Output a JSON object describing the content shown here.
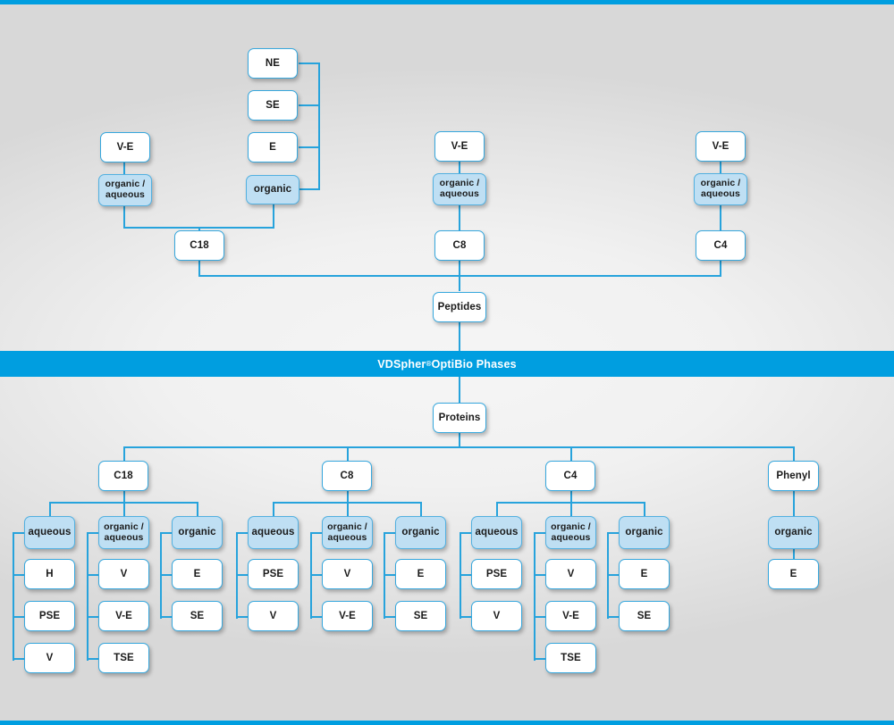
{
  "banner": {
    "text_before": "VDSpher",
    "registered_mark": "®",
    "text_after": " OptiBio Phases"
  },
  "colors": {
    "accent_blue": "#009ee0",
    "line_blue": "#27a3dc",
    "tinted_fill": "#bfdff3",
    "box_border": "#36a7dd",
    "background": "#e6e6e6"
  },
  "peptides_section": {
    "root_label": "Peptides",
    "columns": [
      {
        "sorbent": "C18",
        "modes": [
          {
            "label": "organic /\naqueous",
            "tinted": true,
            "parents": [
              "V-E"
            ]
          },
          {
            "label": "organic",
            "tinted": true,
            "parents": [
              "NE",
              "SE",
              "E"
            ]
          }
        ]
      },
      {
        "sorbent": "C8",
        "modes": [
          {
            "label": "organic /\naqueous",
            "tinted": true,
            "parents": [
              "V-E"
            ]
          }
        ]
      },
      {
        "sorbent": "C4",
        "modes": [
          {
            "label": "organic /\naqueous",
            "tinted": true,
            "parents": [
              "V-E"
            ]
          }
        ]
      }
    ]
  },
  "proteins_section": {
    "root_label": "Proteins",
    "columns": [
      {
        "sorbent": "C18",
        "modes": [
          {
            "label": "aqueous",
            "children": [
              "H",
              "PSE",
              "V"
            ]
          },
          {
            "label": "organic /\naqueous",
            "children": [
              "V",
              "V-E",
              "TSE"
            ]
          },
          {
            "label": "organic",
            "children": [
              "E",
              "SE"
            ]
          }
        ]
      },
      {
        "sorbent": "C8",
        "modes": [
          {
            "label": "aqueous",
            "children": [
              "PSE",
              "V"
            ]
          },
          {
            "label": "organic /\naqueous",
            "children": [
              "V",
              "V-E"
            ]
          },
          {
            "label": "organic",
            "children": [
              "E",
              "SE"
            ]
          }
        ]
      },
      {
        "sorbent": "C4",
        "modes": [
          {
            "label": "aqueous",
            "children": [
              "PSE",
              "V"
            ]
          },
          {
            "label": "organic /\naqueous",
            "children": [
              "V",
              "V-E",
              "TSE"
            ]
          },
          {
            "label": "organic",
            "children": [
              "E",
              "SE"
            ]
          }
        ]
      },
      {
        "sorbent": "Phenyl",
        "modes": [
          {
            "label": "organic",
            "children": [
              "E"
            ]
          }
        ]
      }
    ]
  },
  "node_labels": {
    "top_c18_ve": "V-E",
    "top_c18_oa": "organic /\naqueous",
    "top_ne": "NE",
    "top_se": "SE",
    "top_e": "E",
    "top_organic": "organic",
    "top_c18": "C18",
    "top_c8_ve": "V-E",
    "top_c8_oa": "organic /\naqueous",
    "top_c8": "C8",
    "top_c4_ve": "V-E",
    "top_c4_oa": "organic /\naqueous",
    "top_c4": "C4",
    "peptides": "Peptides",
    "proteins": "Proteins",
    "b_c18": "C18",
    "b_c18_aq": "aqueous",
    "b_c18_aq_1": "H",
    "b_c18_aq_2": "PSE",
    "b_c18_aq_3": "V",
    "b_c18_oa": "organic /\naqueous",
    "b_c18_oa_1": "V",
    "b_c18_oa_2": "V-E",
    "b_c18_oa_3": "TSE",
    "b_c18_or": "organic",
    "b_c18_or_1": "E",
    "b_c18_or_2": "SE",
    "b_c8": "C8",
    "b_c8_aq": "aqueous",
    "b_c8_aq_1": "PSE",
    "b_c8_aq_2": "V",
    "b_c8_oa": "organic /\naqueous",
    "b_c8_oa_1": "V",
    "b_c8_oa_2": "V-E",
    "b_c8_or": "organic",
    "b_c8_or_1": "E",
    "b_c8_or_2": "SE",
    "b_c4": "C4",
    "b_c4_aq": "aqueous",
    "b_c4_aq_1": "PSE",
    "b_c4_aq_2": "V",
    "b_c4_oa": "organic /\naqueous",
    "b_c4_oa_1": "V",
    "b_c4_oa_2": "V-E",
    "b_c4_oa_3": "TSE",
    "b_c4_or": "organic",
    "b_c4_or_1": "E",
    "b_c4_or_2": "SE",
    "b_ph": "Phenyl",
    "b_ph_or": "organic",
    "b_ph_or_1": "E"
  }
}
